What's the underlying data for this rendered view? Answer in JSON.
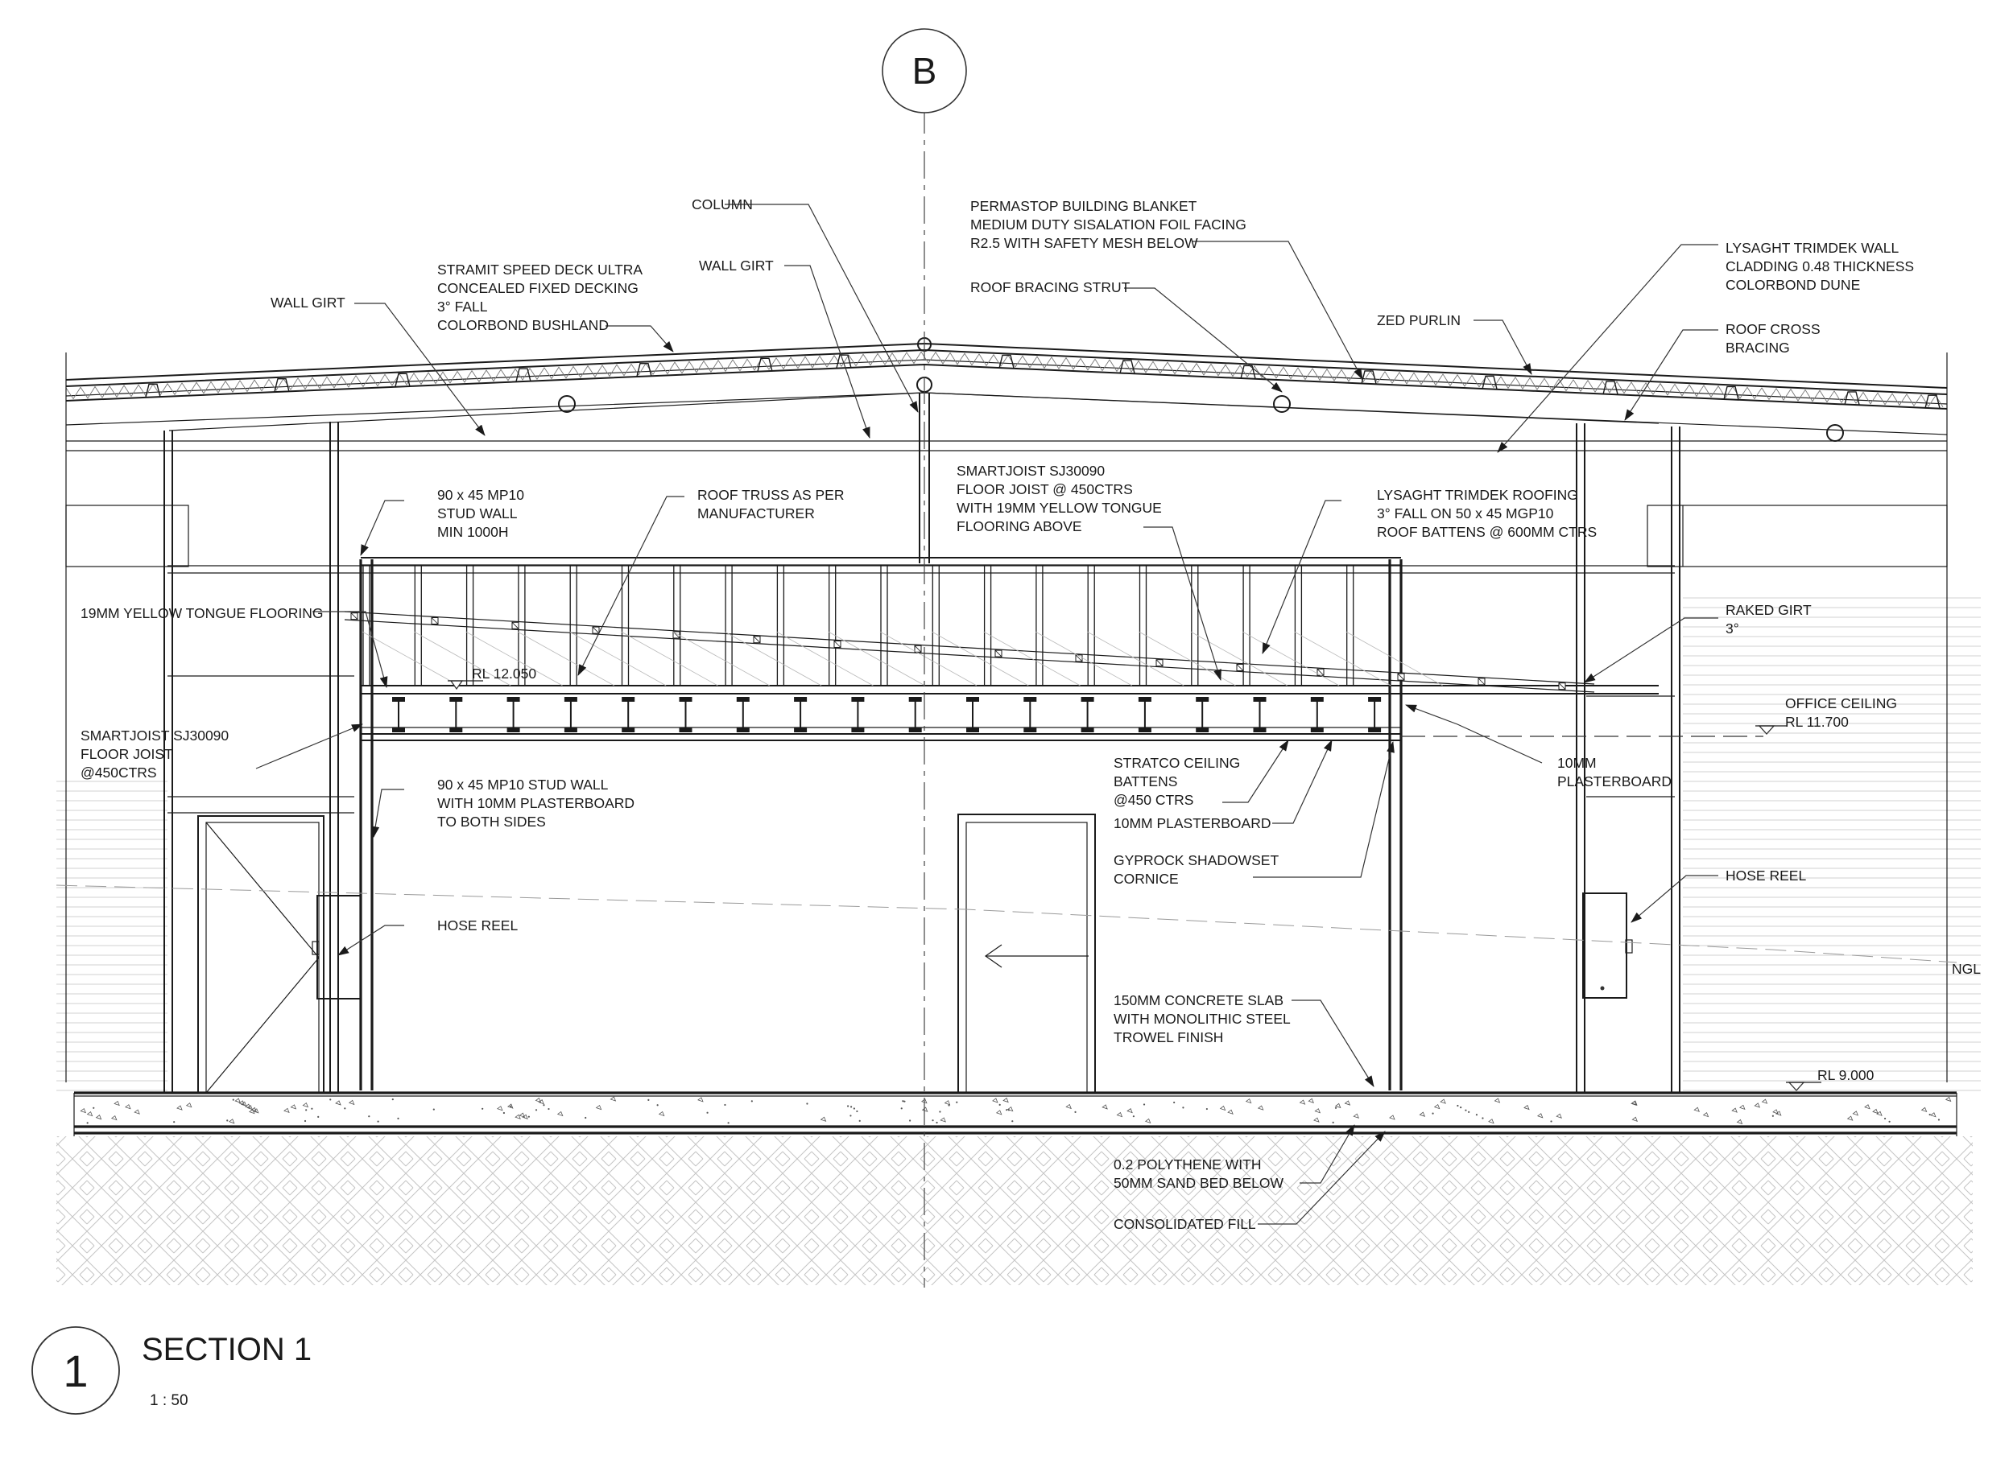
{
  "grid_bubble": "B",
  "section": {
    "number": "1",
    "title": "SECTION 1",
    "scale": "1 : 50"
  },
  "levels": {
    "rl_12050": "RL 12.050",
    "office_ceiling": "OFFICE CEILING",
    "rl_11700": "RL 11.700",
    "rl_9000": "RL 9.000",
    "ngl": "NGL"
  },
  "labels": {
    "column": "COLUMN",
    "wall_girt_center": "WALL GIRT",
    "wall_girt_left": "WALL GIRT",
    "stramit_1": "STRAMIT SPEED DECK ULTRA",
    "stramit_2": "CONCEALED FIXED DECKING",
    "stramit_3": "3° FALL",
    "stramit_4": "COLORBOND BUSHLAND",
    "permastop_1": "PERMASTOP BUILDING BLANKET",
    "permastop_2": "MEDIUM DUTY SISALATION FOIL FACING",
    "permastop_3": "R2.5 WITH SAFETY MESH BELOW",
    "roof_bracing_strut": "ROOF BRACING STRUT",
    "zed_purlin": "ZED PURLIN",
    "lysaght_wall_1": "LYSAGHT TRIMDEK WALL",
    "lysaght_wall_2": "CLADDING 0.48 THICKNESS",
    "lysaght_wall_3": "COLORBOND DUNE",
    "roof_cross_1": "ROOF CROSS",
    "roof_cross_2": "BRACING",
    "stud_top_1": "90 x 45 MP10",
    "stud_top_2": "STUD WALL",
    "stud_top_3": "MIN 1000H",
    "roof_truss_1": "ROOF TRUSS AS PER",
    "roof_truss_2": "MANUFACTURER",
    "smartjoist_top_1": "SMARTJOIST SJ30090",
    "smartjoist_top_2": "FLOOR JOIST @ 450CTRS",
    "smartjoist_top_3": "WITH 19MM YELLOW TONGUE",
    "smartjoist_top_4": "FLOORING ABOVE",
    "lysaght_roof_1": "LYSAGHT TRIMDEK ROOFING",
    "lysaght_roof_2": "3° FALL ON 50 x 45 MGP10",
    "lysaght_roof_3": "ROOF BATTENS @ 600MM CTRS",
    "yellow_tongue": "19MM YELLOW TONGUE FLOORING",
    "raked_girt_1": "RAKED GIRT",
    "raked_girt_2": "3°",
    "smartjoist_left_1": "SMARTJOIST SJ30090",
    "smartjoist_left_2": "FLOOR JOIST",
    "smartjoist_left_3": "@450CTRS",
    "stud_mid_1": "90 x 45 MP10 STUD WALL",
    "stud_mid_2": "WITH 10MM PLASTERBOARD",
    "stud_mid_3": "TO BOTH SIDES",
    "stratco_1": "STRATCO CEILING",
    "stratco_2": "BATTENS",
    "stratco_3": "@450 CTRS",
    "plasterboard_mid": "10MM PLASTERBOARD",
    "plasterboard_right_1": "10MM",
    "plasterboard_right_2": "PLASTERBOARD",
    "gyprock_1": "GYPROCK SHADOWSET",
    "gyprock_2": "CORNICE",
    "hose_reel_left": "HOSE REEL",
    "hose_reel_right": "HOSE REEL",
    "slab_1": "150MM CONCRETE SLAB",
    "slab_2": "WITH MONOLITHIC STEEL",
    "slab_3": "TROWEL FINISH",
    "poly_1": "0.2 POLYTHENE WITH",
    "poly_2": "50MM SAND BED BELOW",
    "fill": "CONSOLIDATED FILL"
  }
}
